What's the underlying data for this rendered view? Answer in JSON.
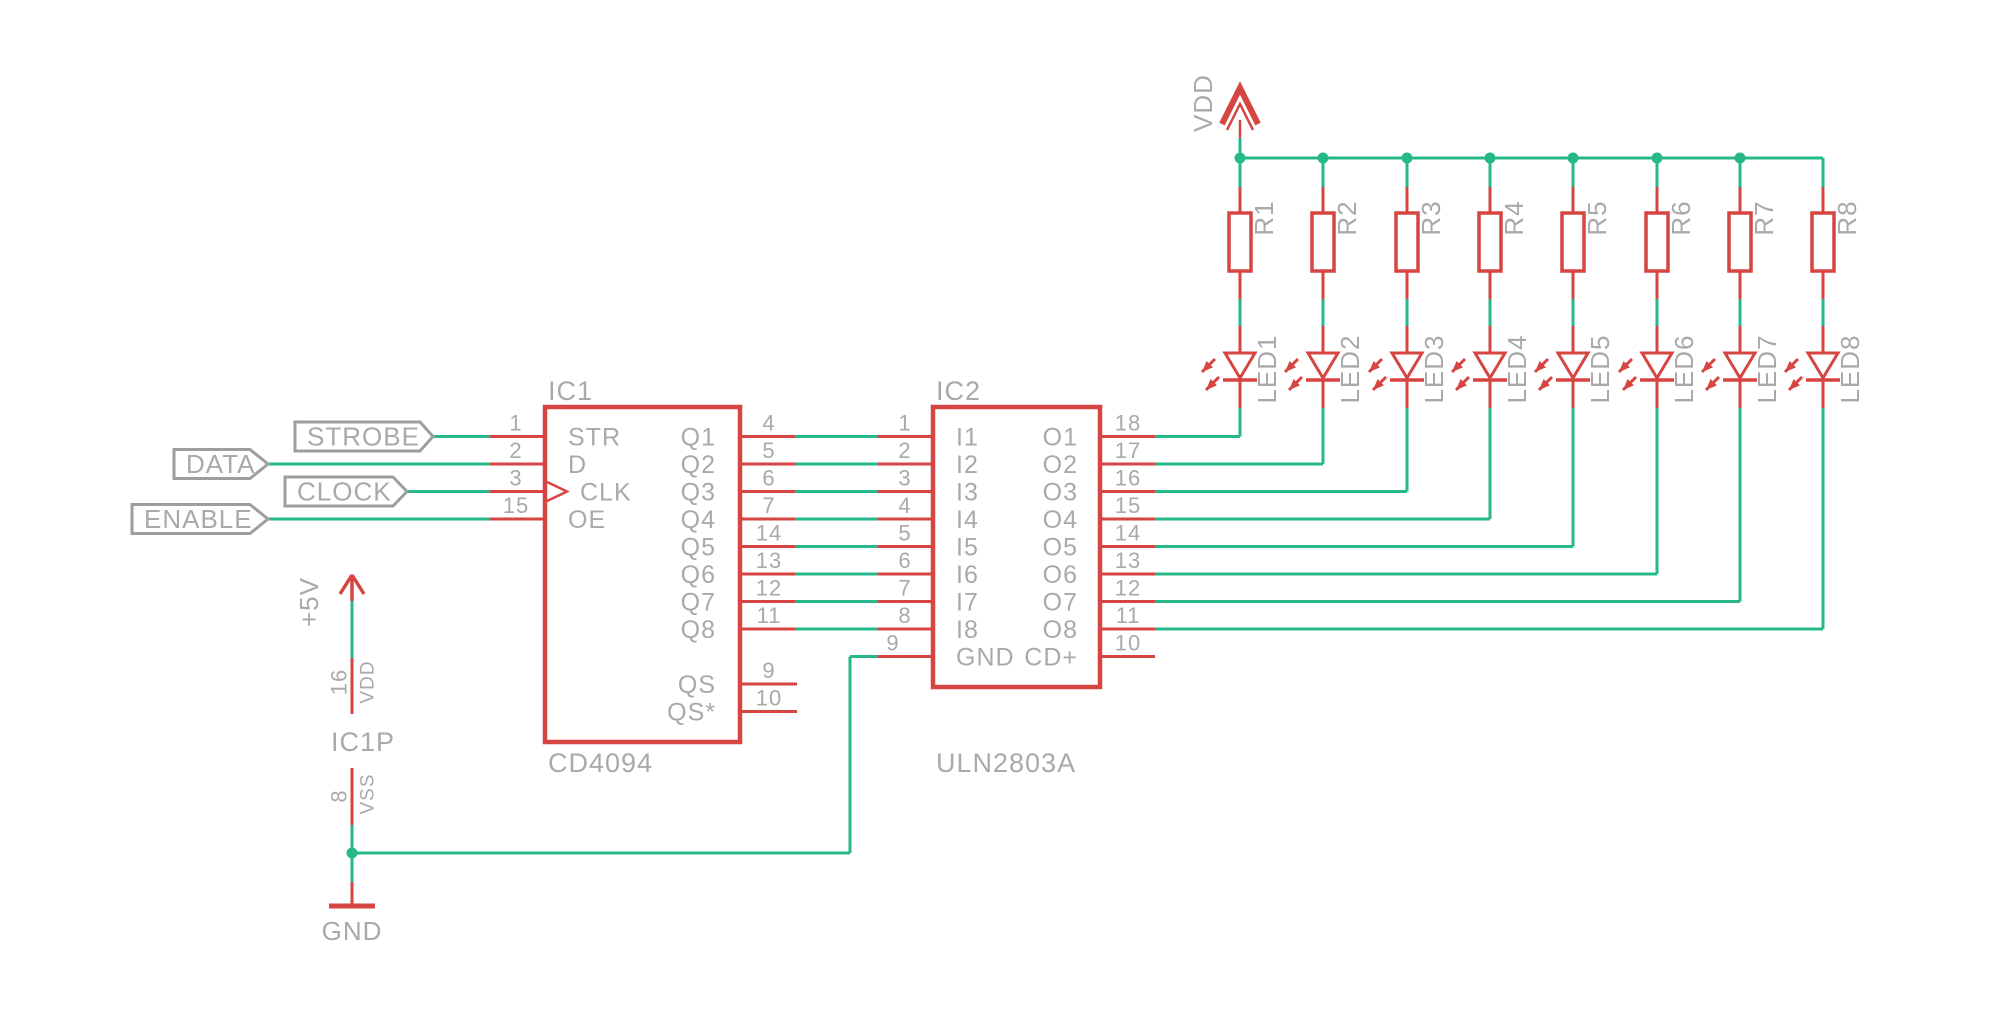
{
  "colors": {
    "wire_green": "#27b889",
    "symbol_red": "#d64541",
    "text_gray": "#a9a9a9",
    "outline_gray": "#9e9e9e",
    "background": "#ffffff"
  },
  "flags": [
    {
      "label": "STROBE",
      "pin": "1"
    },
    {
      "label": "DATA",
      "pin": "2"
    },
    {
      "label": "CLOCK",
      "pin": "3"
    },
    {
      "label": "ENABLE",
      "pin": "15"
    }
  ],
  "ic1": {
    "refdes": "IC1",
    "value": "CD4094",
    "left_pins": [
      {
        "num": "1",
        "name": "STR"
      },
      {
        "num": "2",
        "name": "D"
      },
      {
        "num": "3",
        "name": "CLK"
      },
      {
        "num": "15",
        "name": "OE"
      }
    ],
    "right_pins": [
      {
        "num": "4",
        "name": "Q1"
      },
      {
        "num": "5",
        "name": "Q2"
      },
      {
        "num": "6",
        "name": "Q3"
      },
      {
        "num": "7",
        "name": "Q4"
      },
      {
        "num": "14",
        "name": "Q5"
      },
      {
        "num": "13",
        "name": "Q6"
      },
      {
        "num": "12",
        "name": "Q7"
      },
      {
        "num": "11",
        "name": "Q8"
      }
    ],
    "aux_pins": [
      {
        "num": "9",
        "name": "QS"
      },
      {
        "num": "10",
        "name": "QS*"
      }
    ]
  },
  "ic2": {
    "refdes": "IC2",
    "value": "ULN2803A",
    "left_pins": [
      {
        "num": "1",
        "name": "I1"
      },
      {
        "num": "2",
        "name": "I2"
      },
      {
        "num": "3",
        "name": "I3"
      },
      {
        "num": "4",
        "name": "I4"
      },
      {
        "num": "5",
        "name": "I5"
      },
      {
        "num": "6",
        "name": "I6"
      },
      {
        "num": "7",
        "name": "I7"
      },
      {
        "num": "8",
        "name": "I8"
      }
    ],
    "gnd_pin": {
      "num": "9",
      "name": "GND"
    },
    "right_pins": [
      {
        "num": "18",
        "name": "O1"
      },
      {
        "num": "17",
        "name": "O2"
      },
      {
        "num": "16",
        "name": "O3"
      },
      {
        "num": "15",
        "name": "O4"
      },
      {
        "num": "14",
        "name": "O5"
      },
      {
        "num": "13",
        "name": "O6"
      },
      {
        "num": "12",
        "name": "O7"
      },
      {
        "num": "11",
        "name": "O8"
      }
    ],
    "cd_pin": {
      "num": "10",
      "name": "CD+"
    }
  },
  "resistors": [
    {
      "name": "R1"
    },
    {
      "name": "R2"
    },
    {
      "name": "R3"
    },
    {
      "name": "R4"
    },
    {
      "name": "R5"
    },
    {
      "name": "R6"
    },
    {
      "name": "R7"
    },
    {
      "name": "R8"
    }
  ],
  "leds": [
    {
      "name": "LED1"
    },
    {
      "name": "LED2"
    },
    {
      "name": "LED3"
    },
    {
      "name": "LED4"
    },
    {
      "name": "LED5"
    },
    {
      "name": "LED6"
    },
    {
      "name": "LED7"
    },
    {
      "name": "LED8"
    }
  ],
  "power": {
    "vdd_label": "VDD",
    "plus5v_label": "+5V",
    "gnd_label": "GND",
    "gate": {
      "refdes": "IC1P",
      "vdd_pin": {
        "num": "16",
        "name": "VDD"
      },
      "vss_pin": {
        "num": "8",
        "name": "VSS"
      }
    }
  }
}
